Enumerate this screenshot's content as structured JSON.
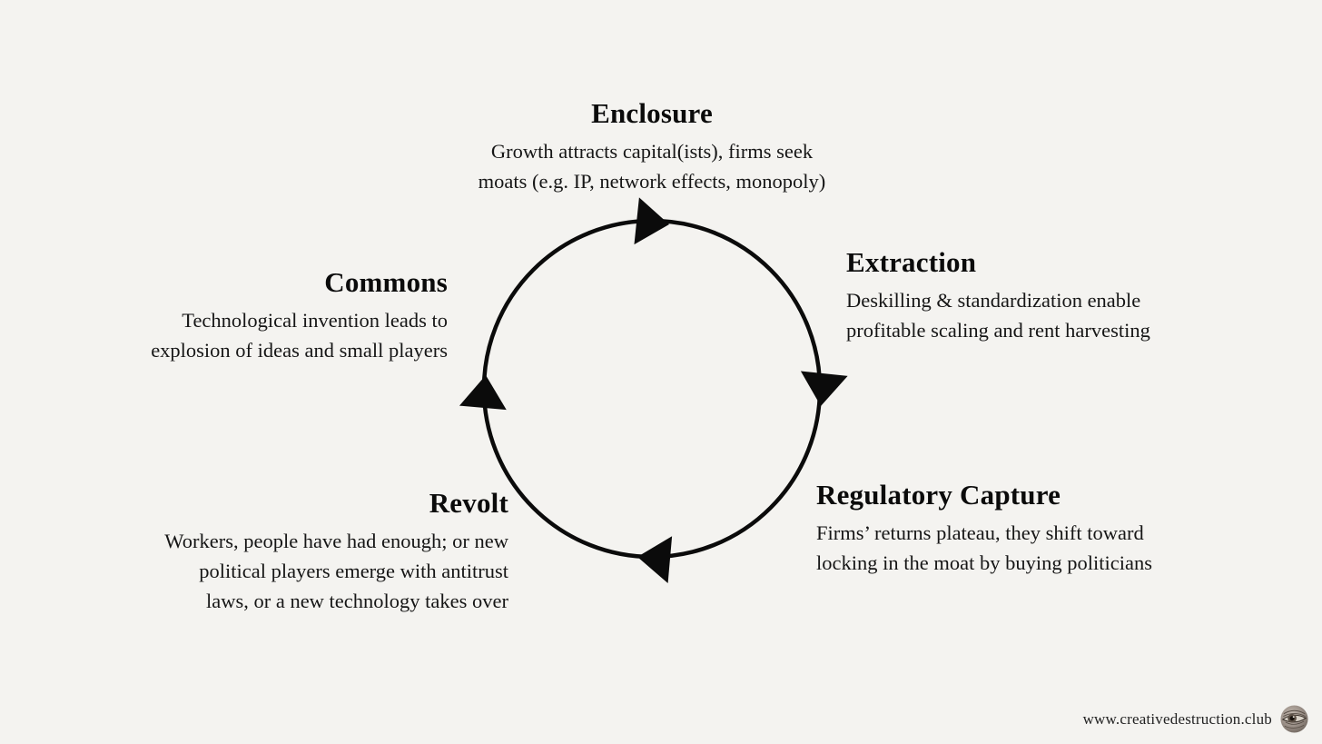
{
  "slide": {
    "background_color": "#f4f3f0",
    "text_color": "#111111"
  },
  "cycle": {
    "type": "cycle-diagram",
    "direction": "clockwise",
    "ring_color": "#0b0b0b",
    "arrow_icon": "solid-triangle-arrowhead",
    "stages": [
      {
        "title": "Enclosure",
        "lines": [
          "Growth attracts capital(ists), firms seek",
          "moats (e.g. IP, network effects, monopoly)"
        ]
      },
      {
        "title": "Extraction",
        "lines": [
          "Deskilling & standardization enable",
          "profitable scaling and rent harvesting"
        ]
      },
      {
        "title": "Regulatory Capture",
        "lines": [
          "Firms’ returns plateau, they shift toward",
          "locking in the moat by buying politicians"
        ]
      },
      {
        "title": "Revolt",
        "lines": [
          "Workers, people have had enough; or new",
          "political players emerge with antitrust",
          "laws, or a new technology takes over"
        ]
      },
      {
        "title": "Commons",
        "lines": [
          "Technological invention leads to",
          "explosion of ideas and small players"
        ]
      }
    ]
  },
  "footer": {
    "url": "www.creativedestruction.club",
    "logo": "engraved-eye"
  }
}
